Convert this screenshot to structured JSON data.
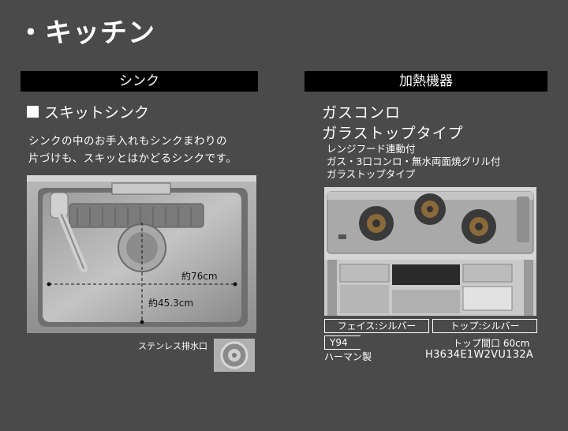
{
  "page": {
    "title": "・キッチン"
  },
  "sink": {
    "section_title": "シンク",
    "heading": "スキットシンク",
    "description_line1": "シンクの中のお手入れもシンクまわりの",
    "description_line2": "片づけも、スキッとはかどるシンクです。",
    "dim_width": "約76cm",
    "dim_depth": "約45.3cm",
    "drain_label": "ステンレス排水口"
  },
  "range": {
    "section_title": "加熱機器",
    "title_line1": "ガスコンロ",
    "title_line2": "ガラストップタイプ",
    "spec_line1": "レンジフード連動付",
    "spec_line2": "ガス・3口コンロ・無水両面焼グリル付",
    "spec_line3": "ガラストップタイプ",
    "face_label": "フェイス:シルバー",
    "top_label": "トップ:シルバー",
    "code": "Y94",
    "top_width": "トップ間口 60cm",
    "maker": "ハーマン製",
    "model": "H3634E1W2VU132A"
  }
}
